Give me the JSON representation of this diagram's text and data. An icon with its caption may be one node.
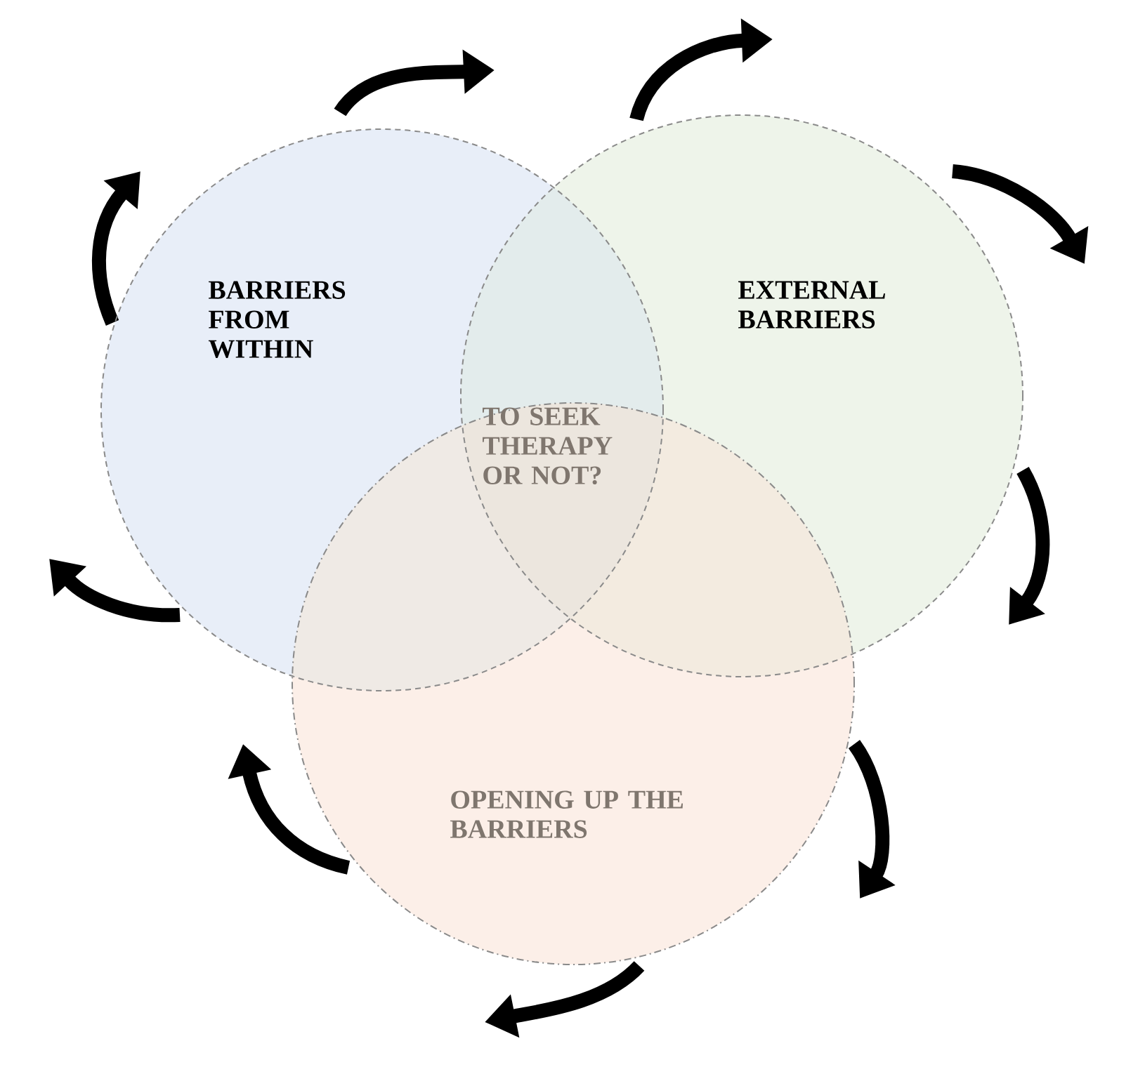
{
  "diagram": {
    "nodes": [
      {
        "text": [
          "BARRIERS FROM WITHIN"
        ]
      },
      {
        "text": [
          "EXTERNAL BARRIERS"
        ]
      },
      {
        "text": [
          "OPENING UP THE BARRIERS"
        ]
      }
    ],
    "labels": [
      "TO SEEK THERAPY OR NOT?"
    ]
  }
}
